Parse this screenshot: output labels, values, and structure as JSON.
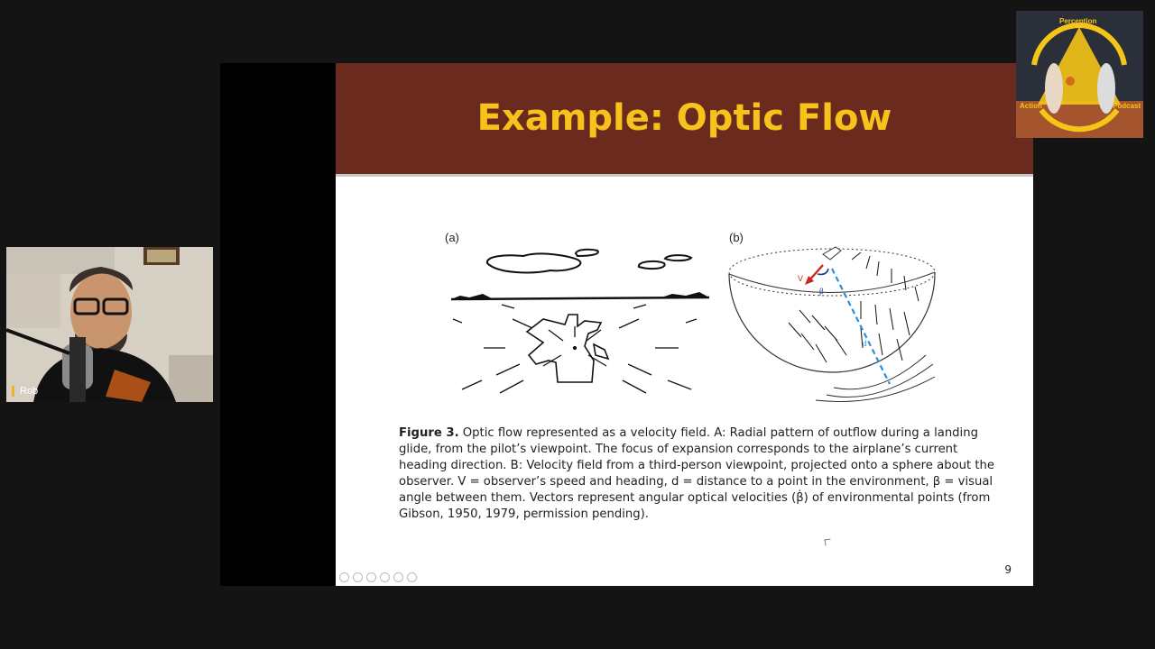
{
  "slide": {
    "title": "Example: Optic Flow",
    "panel_a_label": "(a)",
    "panel_b_label": "(b)",
    "panel_b_v_label": "V",
    "panel_b_beta_label": "β",
    "panel_b_d_label": "d",
    "caption_label": "Figure 3.",
    "caption_text": "Optic flow represented as a velocity field. A: Radial pattern of outflow during a landing glide, from the pilot’s viewpoint. The focus of expansion corresponds to the airplane’s current heading direction. B: Velocity field from a third-person viewpoint, projected onto a sphere about the observer. V = observer’s speed and heading, d = distance to a point in the environment, β = visual angle between them. Vectors represent angular optical velocities (β̇) of environmental points (from Gibson, 1950, 1979, permission pending).",
    "page_number": "9"
  },
  "webcam": {
    "participant_name": "Rob"
  },
  "logo": {
    "top_text": "Perception",
    "left_text": "Action",
    "right_text": "Podcast"
  },
  "colors": {
    "header_bg": "#6b2a1e",
    "title": "#f7c21c",
    "accent": "#e8b52b"
  }
}
